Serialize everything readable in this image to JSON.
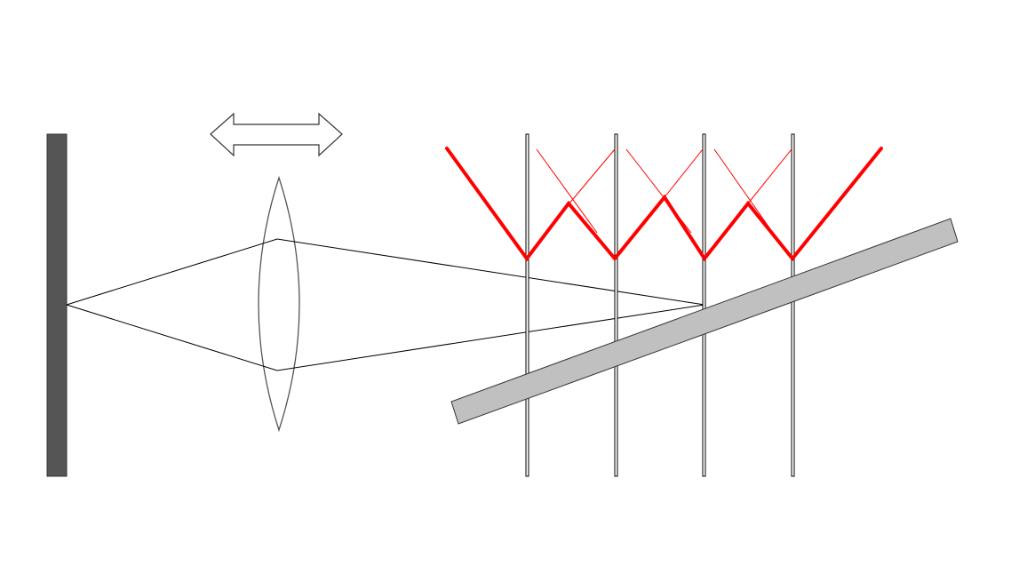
{
  "diagram": {
    "elements": [
      {
        "name": "screen-plate",
        "kind": "opaque screen"
      },
      {
        "name": "double-arrow-icon",
        "kind": "lens movement direction indicator"
      },
      {
        "name": "converging-lens",
        "kind": "biconvex lens"
      },
      {
        "name": "ray-cone",
        "kind": "light rays from screen through lens"
      },
      {
        "name": "tilted-plate",
        "kind": "inclined reflecting plate"
      },
      {
        "name": "vertical-slit-1",
        "kind": "thin vertical glass plate"
      },
      {
        "name": "vertical-slit-2",
        "kind": "thin vertical glass plate"
      },
      {
        "name": "vertical-slit-3",
        "kind": "thin vertical glass plate"
      },
      {
        "name": "vertical-slit-4",
        "kind": "thin vertical glass plate"
      },
      {
        "name": "reflected-zigzag-path",
        "kind": "reflected light path"
      },
      {
        "name": "thin-red-rays",
        "kind": "secondary reflected rays"
      }
    ],
    "colors": {
      "background": "#ffffff",
      "screen_fill": "#555555",
      "screen_stroke": "#333333",
      "plate_fill": "#c0c0c0",
      "plate_stroke": "#333333",
      "lens_stroke": "#555555",
      "ray_stroke": "#000000",
      "slit_stroke": "#000000",
      "arrow_stroke": "#333333",
      "zigzag_stroke": "#ff0000"
    }
  }
}
